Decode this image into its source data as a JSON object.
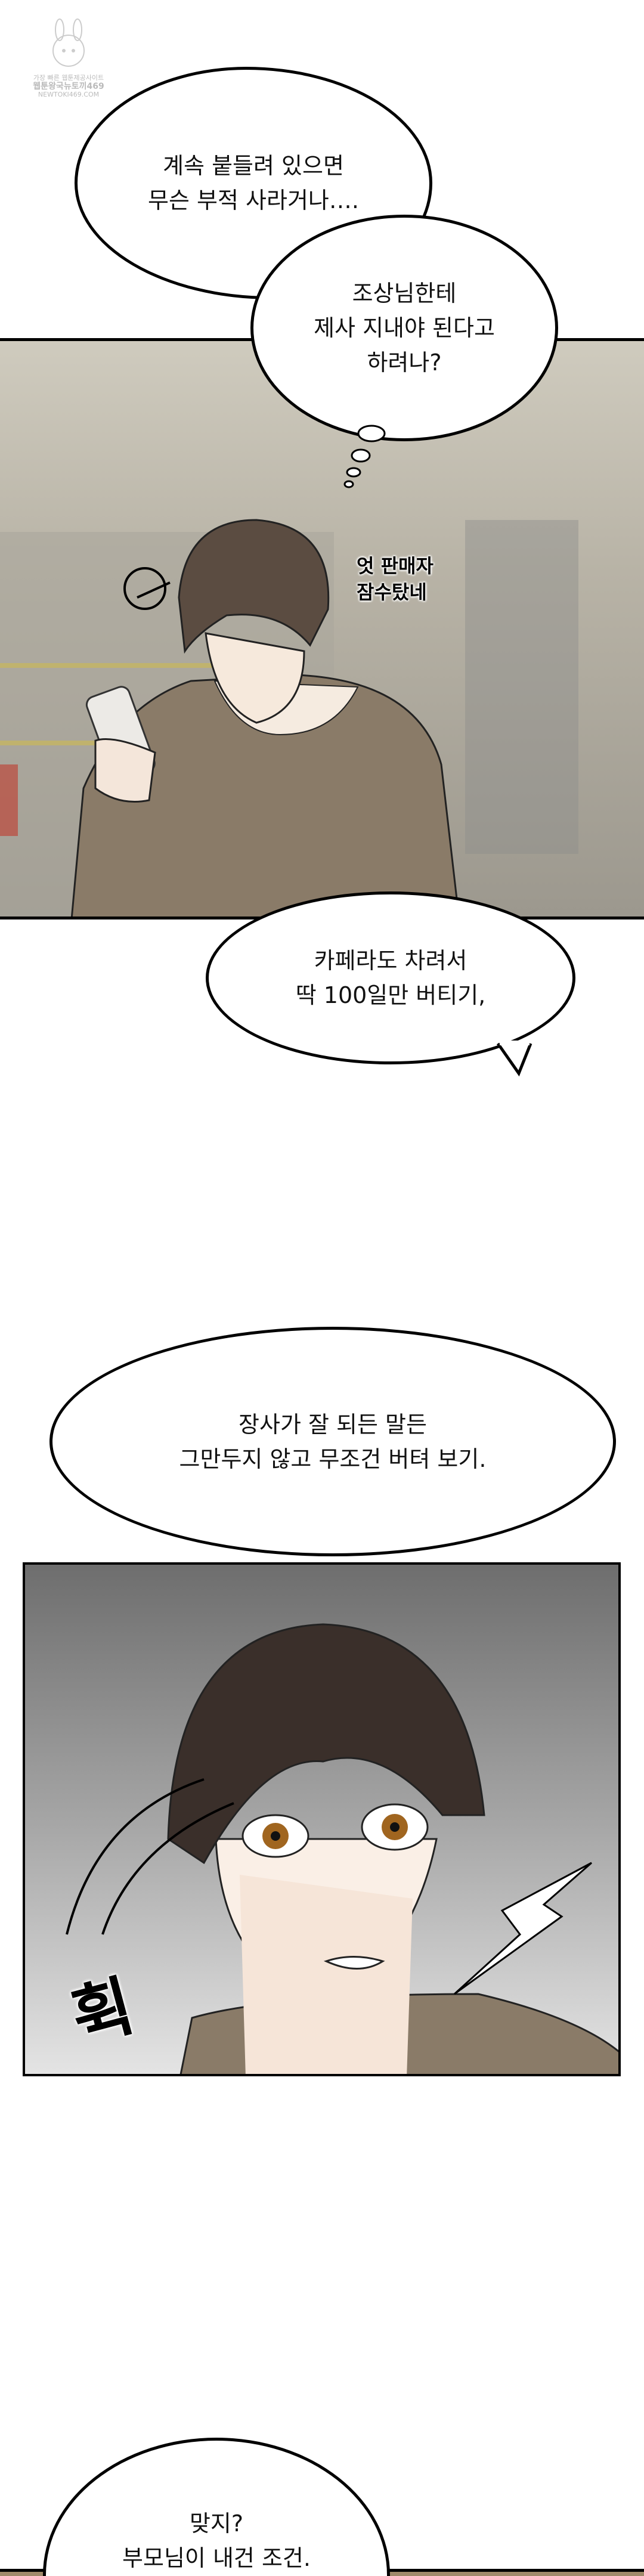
{
  "watermark": {
    "lines": [
      "가장 빠른 웹툰제공사이트",
      "웹툰왕국뉴토끼469",
      "NEWTOKI469.COM"
    ]
  },
  "bubbles": {
    "thought": {
      "part1": [
        "계속 붙들려 있으면",
        "무슨 부적 사라거나…."
      ],
      "part2": [
        "조상님한테",
        "제사 지내야 된다고",
        "하려나?"
      ]
    },
    "cafe": [
      "카페라도 차려서",
      "딱 100일만 버티기,"
    ],
    "business": [
      "장사가 잘 되든 말든",
      "그만두지 않고 무조건 버텨 보기."
    ],
    "right": [
      "맞지?",
      "부모님이 내건 조건."
    ]
  },
  "panel1": {
    "side_text": [
      "엇 판매자",
      "잠수탔네"
    ]
  },
  "panel2": {
    "sfx": "휙"
  },
  "colors": {
    "hoodie": "#8a7b68",
    "hair": "#3a2f2a",
    "panel1_bg": "#b9b5a8",
    "panel2_bg": "#9a9a9a"
  }
}
